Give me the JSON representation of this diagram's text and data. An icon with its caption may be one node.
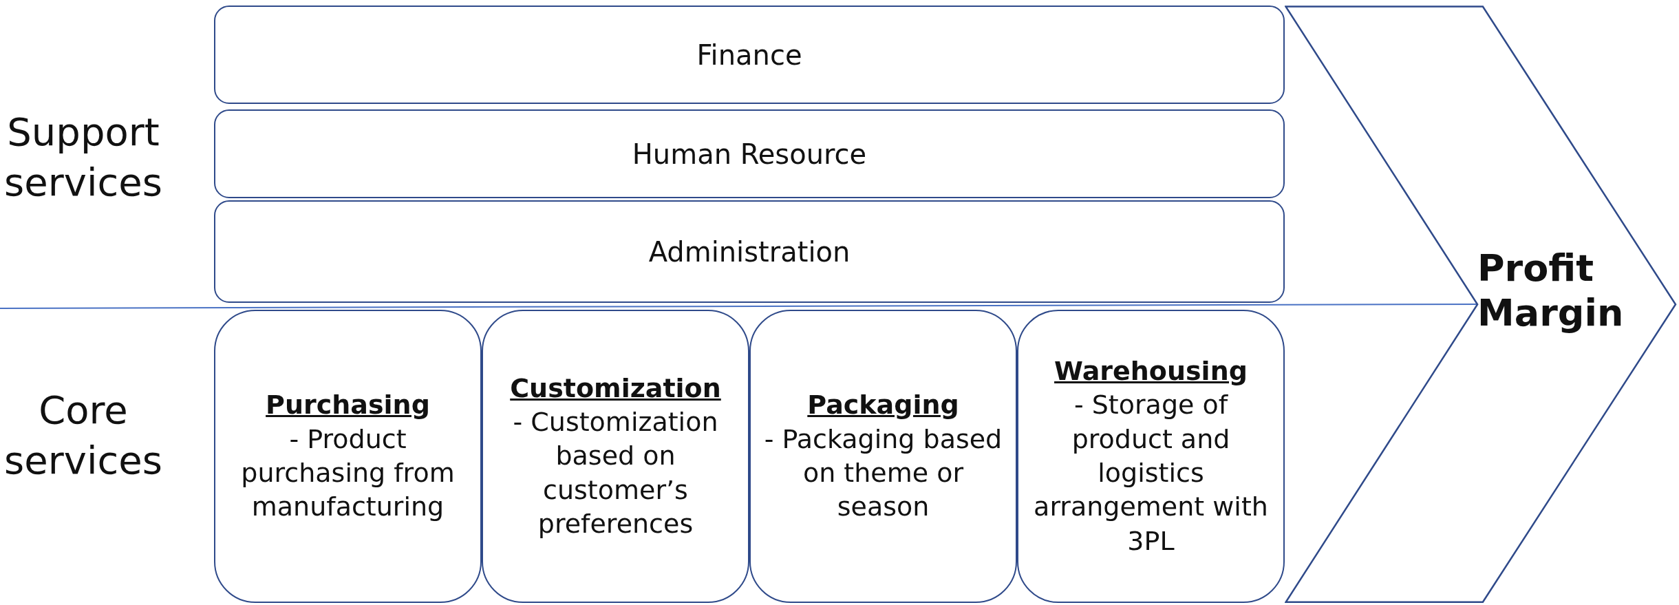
{
  "diagram": {
    "nodes": [
      {
        "text": [
          "Finance"
        ]
      },
      {
        "text": [
          "Human Resource"
        ]
      },
      {
        "text": [
          "Administration"
        ]
      },
      {
        "text": [
          "Purchasing",
          "- Product purchasing from manufacturing"
        ]
      },
      {
        "text": [
          "Customization",
          "- Customization based on customer’s preferences"
        ]
      },
      {
        "text": [
          "Packaging",
          "- Packaging based on theme or season"
        ]
      },
      {
        "text": [
          "Warehousing",
          "- Storage of product and logistics arrangement with 3PL"
        ]
      },
      {
        "text": [
          "Profit Margin"
        ]
      }
    ],
    "edges": [],
    "labels": [
      "Support services",
      "Core services"
    ]
  }
}
